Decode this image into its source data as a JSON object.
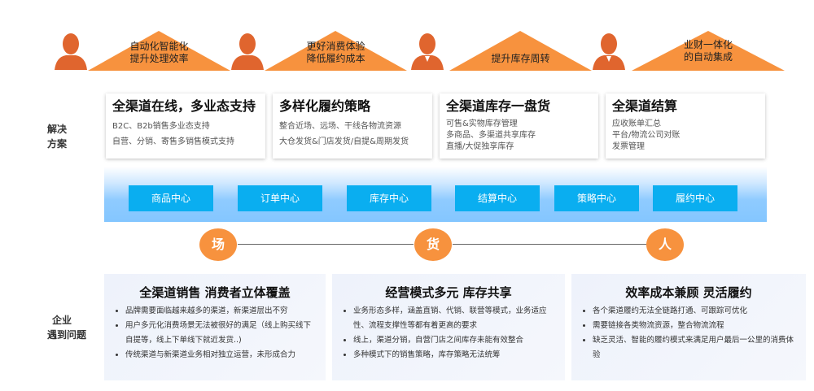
{
  "goals": [
    {
      "lines": [
        "自动化智能化",
        "提升处理效率"
      ]
    },
    {
      "lines": [
        "更好消费体验",
        "降低履约成本"
      ]
    },
    {
      "lines": [
        "提升库存周转"
      ]
    },
    {
      "lines": [
        "业财一体化",
        "的自动集成"
      ]
    }
  ],
  "solution_label": [
    "解决",
    "方案"
  ],
  "cards": [
    {
      "title": "全渠道在线，多业态支持",
      "lines": [
        "B2C、B2b销售多业态支持",
        "自营、分销、寄售多销售模式支持"
      ]
    },
    {
      "title": "多样化履约策略",
      "lines": [
        "整合近场、远场、干线各物流资源",
        "大仓发货&门店发货/自提&周期发货"
      ]
    },
    {
      "title": "全渠道库存一盘货",
      "lines": [
        "可售&实物库存管理",
        "多商品、多渠道共享库存",
        "直播/大促独享库存"
      ]
    },
    {
      "title": "全渠道结算",
      "lines": [
        "应收账单汇总",
        "平台/物流公司对账",
        "发票管理"
      ]
    }
  ],
  "centers": [
    "商品中心",
    "订单中心",
    "库存中心",
    "结算中心",
    "策略中心",
    "履约中心"
  ],
  "nodes": [
    "场",
    "货",
    "人"
  ],
  "problem_label": [
    "企业",
    "遇到问题"
  ],
  "problems": [
    {
      "title": "全渠道销售 消费者立体覆盖",
      "items": [
        "品牌需要面临越来越多的渠道，新渠道层出不穷",
        "用户多元化消费场景无法被很好的满足（线上购买线下自提等，线上下单线下就近发货..)",
        "传统渠道与新渠道业务相对独立运营，未形成合力"
      ]
    },
    {
      "title": "经营模式多元 库存共享",
      "items": [
        "业务形态多样，涵盖直销、代销、联营等模式，业务适应性、流程支撑性等都有着更高的要求",
        "线上，渠道分销，自营门店之间库存未能有效整合",
        "多种模式下的销售策略，库存策略无法统筹"
      ]
    },
    {
      "title": "效率成本兼顾 灵活履约",
      "items": [
        "各个渠道履约无法全链路打通、可跟踪可优化",
        "需要链接各类物流资源，整合物流流程",
        "缺乏灵活、智能的履约模式来满足用户最后一公里的消费体验"
      ]
    }
  ],
  "colors": {
    "orange": "#f7923e",
    "person": "#e0652e",
    "blue": "#0aaef0"
  }
}
